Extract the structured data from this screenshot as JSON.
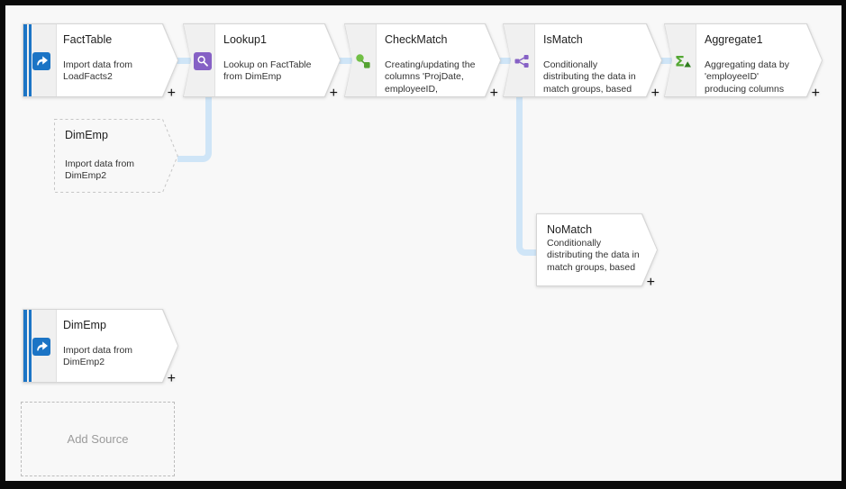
{
  "colors": {
    "background": "#f8f8f8",
    "frame": "#0a0a0a",
    "connector": "#cfe5f7",
    "node_border": "#d6d6d6",
    "source_accent": "#1b74c5",
    "lookup_purple": "#8661c5",
    "split_purple": "#8661c5",
    "derived_green": "#71bf45",
    "derived_green_dark": "#55a233",
    "aggregate_green": "#53a733",
    "aggregate_green_dark": "#2f7d1f"
  },
  "ui": {
    "plus": "+",
    "add_source_label": "Add Source"
  },
  "nodes": [
    {
      "title": "FactTable",
      "description": "Import data from\nLoadFacts2",
      "kind": "source",
      "icon": "source-icon"
    },
    {
      "title": "Lookup1",
      "description": "Lookup on FactTable\nfrom DimEmp",
      "kind": "transform",
      "icon": "lookup-icon"
    },
    {
      "title": "CheckMatch",
      "description": "Creating/updating the\ncolumns 'ProjDate,\nemployeeID,",
      "kind": "transform",
      "icon": "derived-column-icon"
    },
    {
      "title": "IsMatch",
      "description": "Conditionally\ndistributing the data in\nmatch groups, based",
      "kind": "transform",
      "icon": "conditional-split-icon"
    },
    {
      "title": "Aggregate1",
      "description": "Aggregating data by\n'employeeID'\nproducing columns",
      "kind": "transform",
      "icon": "aggregate-icon"
    },
    {
      "title": "DimEmp",
      "description": "Import data from\nDimEmp2",
      "kind": "ghost-source",
      "icon": "none"
    },
    {
      "title": "NoMatch",
      "description": "Conditionally\ndistributing the data in\nmatch groups, based",
      "kind": "branch",
      "icon": "none"
    },
    {
      "title": "DimEmp",
      "description": "Import data from\nDimEmp2",
      "kind": "source",
      "icon": "source-icon"
    }
  ],
  "connections": [
    {
      "from": "FactTable",
      "to": "Lookup1"
    },
    {
      "from": "Lookup1",
      "to": "CheckMatch"
    },
    {
      "from": "CheckMatch",
      "to": "IsMatch"
    },
    {
      "from": "IsMatch",
      "to": "Aggregate1"
    },
    {
      "from": "DimEmp (ghost)",
      "to": "Lookup1"
    },
    {
      "from": "IsMatch",
      "to": "NoMatch"
    }
  ]
}
